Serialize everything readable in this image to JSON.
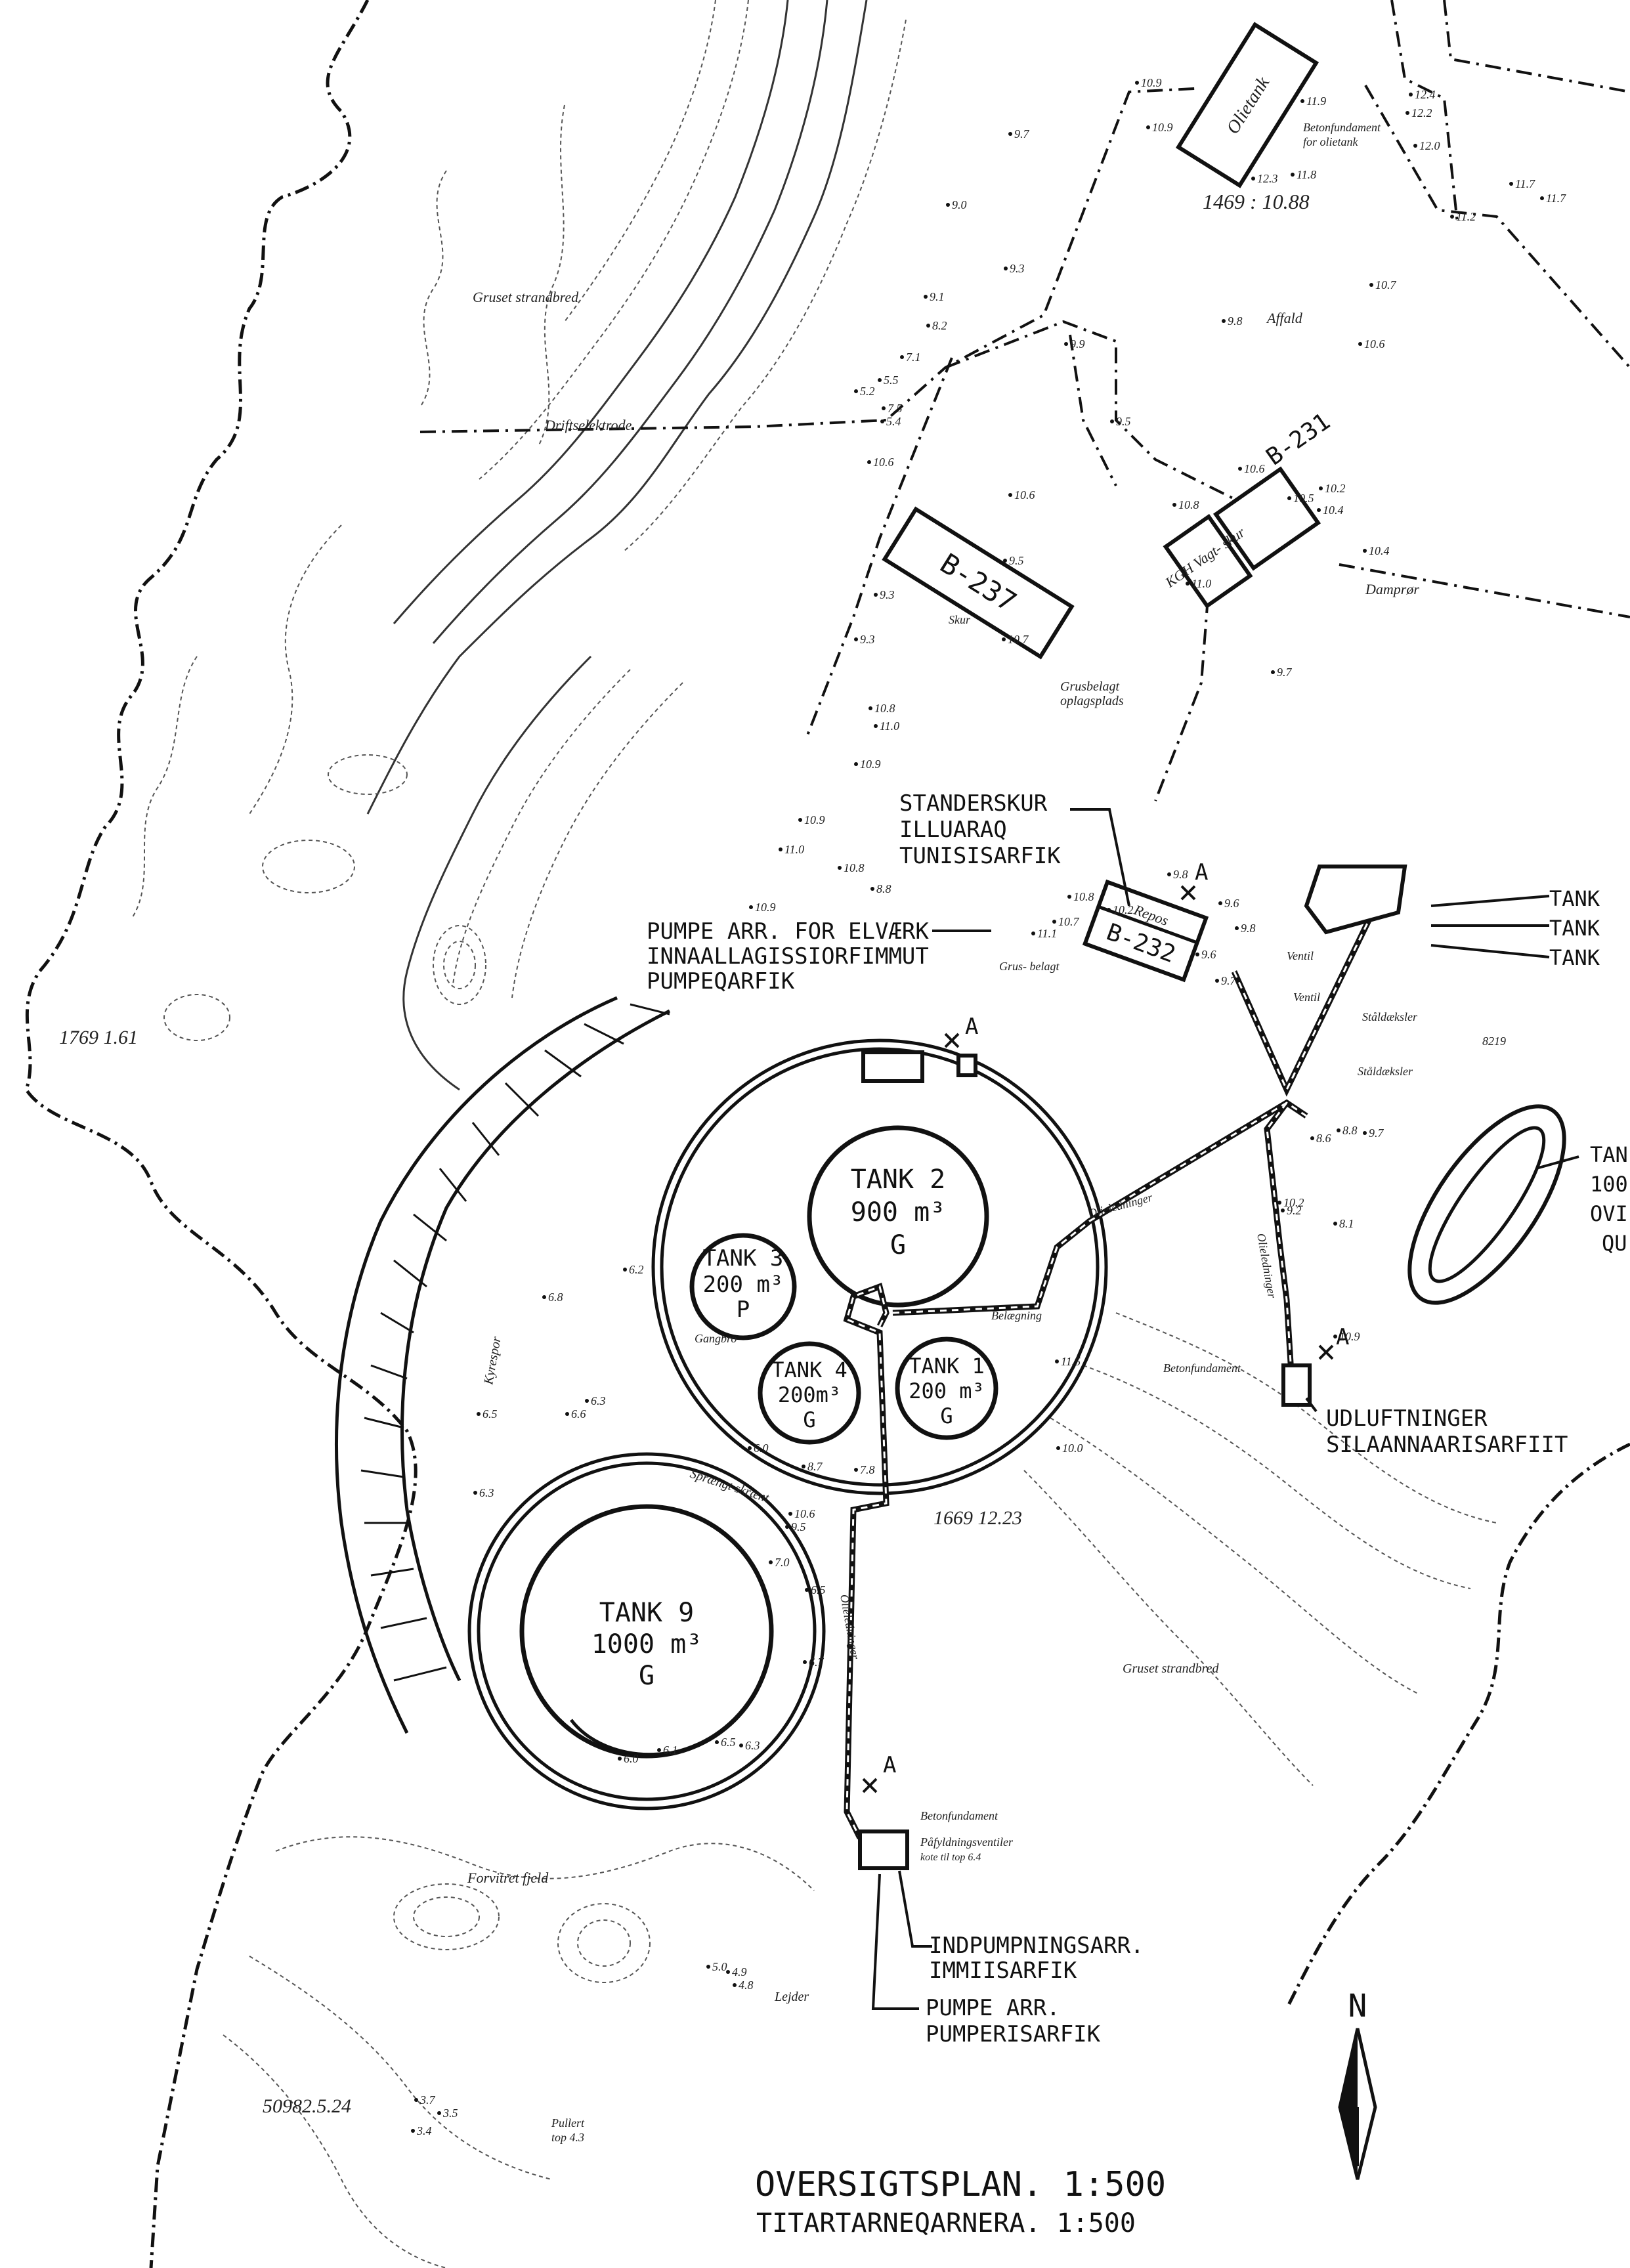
{
  "title": {
    "main": "OVERSIGTSPLAN. 1:500",
    "sub": "TITARTARNEQARNERA. 1:500"
  },
  "north": "N",
  "tanks": {
    "t2": {
      "name": "TANK 2",
      "vol": "900 m³",
      "code": "G"
    },
    "t3": {
      "name": "TANK 3",
      "vol": "200 m³",
      "code": "P"
    },
    "t4": {
      "name": "TANK 4",
      "vol": "200m³",
      "code": "G"
    },
    "t1": {
      "name": "TANK 1",
      "vol": "200 m³",
      "code": "G"
    },
    "t9": {
      "name": "TANK 9",
      "vol": "1000 m³",
      "code": "G"
    }
  },
  "buildings": {
    "b237": "B-237",
    "b231": "B-231",
    "b232": "B-232",
    "olietank": "Olietank",
    "kgh": "KGH Vagt- skur",
    "repos": "Repos"
  },
  "callouts": {
    "standerskur": [
      "STANDERSKUR",
      "ILLUARAQ",
      "TUNISISARFIK"
    ],
    "pumpe_elvaerk": [
      "PUMPE ARR. FOR ELVÆRK",
      "INNAALLAGISSIORFIMMUT",
      "PUMPEQARFIK"
    ],
    "udluftninger": [
      "UDLUFTNINGER",
      "SILAANNAARISARFIIT"
    ],
    "indpumpning": [
      "INDPUMPNINGSARR.",
      "IMMIISARFIK"
    ],
    "pumpearr": [
      "PUMPE ARR.",
      "PUMPERISARFIK"
    ],
    "tank_right": [
      "TANK",
      "TANK",
      "TANK"
    ],
    "tank_far_right": [
      "TAN",
      "100",
      "OVI",
      "QU"
    ]
  },
  "annotations": {
    "gruset_strandbred_1": "Gruset strandbred",
    "gruset_strandbred_2": "Gruset strandbred",
    "driftselektrode": "Driftselektrode",
    "betonfundament_olie": "Betonfundament for olietank",
    "affald": "Affald",
    "damprer": "Damprør",
    "grusbelagt_oplag": "Grusbelagt oplagsplads",
    "skur": "Skur",
    "grus_belagt": "Grus- belagt",
    "ventil_1": "Ventil",
    "ventil_2": "Ventil",
    "staldaeksler_1": "Ståldæksler",
    "staldaeksler_2": "Ståldæksler",
    "olieledninger_1": "Olieledninger",
    "olieledninger_2": "Olieledninger",
    "olieledninger_3": "Olieledninger",
    "gangbro": "Gangbro",
    "belaegning": "Belægning",
    "betonfundament_2": "Betonfundament",
    "kyrespor": "Kyrespor",
    "spraengt_skraent": "Sprængt skrænt",
    "betonfundament_3": "Betonfundament",
    "pafyldningsventiler": "Påfyldningsventiler",
    "kote_til_top": "kote til top 6.4",
    "forvitret_fjeld": "Forvitret fjeld",
    "lejder": "Lejder",
    "pullert": "Pullert",
    "pullert_top": "top 4.3",
    "fixpoint_1": "1469 : 10.88",
    "fixpoint_2": "1769 1.61",
    "fixpoint_3": "1669 12.23",
    "fixpoint_4": "50982.5.24",
    "a_mark": "A",
    "elev_8219": "8219"
  },
  "spot_elevations": [
    "10.9",
    "10.9",
    "9.7",
    "9.0",
    "11.9",
    "11.8",
    "12.3",
    "12.4",
    "12.2",
    "12.0",
    "11.7",
    "11.7",
    "11.2",
    "10.7",
    "10.6",
    "9.9",
    "9.8",
    "9.5",
    "10.6",
    "10.4",
    "10.2",
    "10.5",
    "10.8",
    "11.0",
    "10.7",
    "10.4",
    "9.7",
    "9.3",
    "9.1",
    "8.2",
    "7.1",
    "5.5",
    "5.4",
    "5.2",
    "7.5",
    "10.6",
    "10.6",
    "9.5",
    "9.3",
    "9.3",
    "10.8",
    "10.9",
    "11.0",
    "10.9",
    "11.0",
    "10.9",
    "10.8",
    "8.8",
    "11.1",
    "10.7",
    "10.8",
    "10.2",
    "9.8",
    "9.6",
    "9.8",
    "9.6",
    "9.7",
    "8.6",
    "8.8",
    "9.7",
    "10.2",
    "8.1",
    "9.2",
    "10.9",
    "11.5",
    "10.0",
    "10.6",
    "9.5",
    "8.7",
    "7.8",
    "6.0",
    "6.2",
    "6.8",
    "6.3",
    "6.6",
    "6.5",
    "6.3",
    "6.5",
    "7.0",
    "6.7",
    "6.5",
    "6.3",
    "6.1",
    "6.0",
    "5.0",
    "4.9",
    "4.8",
    "3.7",
    "3.5",
    "3.4"
  ]
}
